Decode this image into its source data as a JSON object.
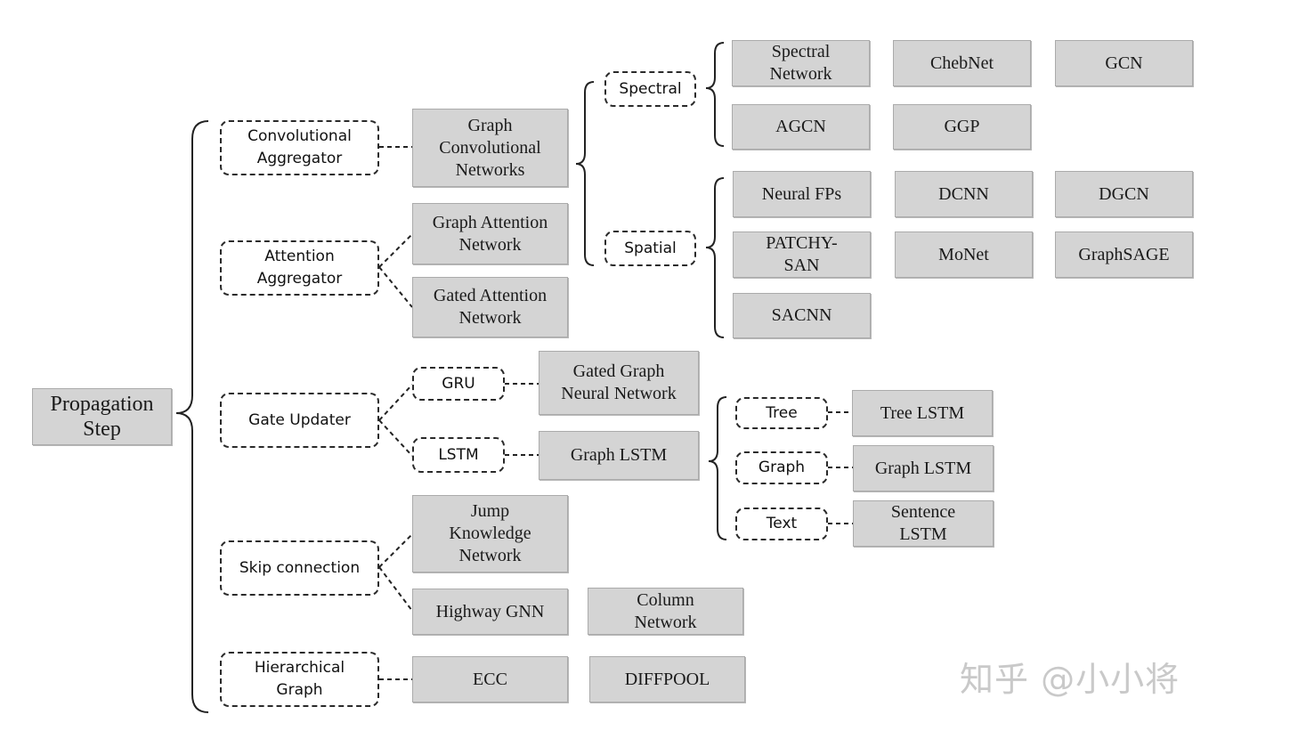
{
  "root": "Propagation\nStep",
  "categories": {
    "conv": "Convolutional\nAggregator",
    "att": "Attention\nAggregator",
    "gate": "Gate Updater",
    "skip": "Skip connection",
    "hier": "Hierarchical\nGraph"
  },
  "sub": {
    "spectral": "Spectral",
    "spatial": "Spatial",
    "gru": "GRU",
    "lstm": "LSTM",
    "tree": "Tree",
    "graph": "Graph",
    "text": "Text"
  },
  "models": {
    "gcn_net": "Graph\nConvolutional\nNetworks",
    "gat": "Graph Attention\nNetwork",
    "gaan": "Gated Attention\nNetwork",
    "ggnn": "Gated Graph\nNeural Network",
    "graph_lstm": "Graph LSTM",
    "jkn": "Jump\nKnowledge\nNetwork",
    "highway": "Highway GNN",
    "column": "Column\nNetwork",
    "ecc": "ECC",
    "diffpool": "DIFFPOOL",
    "spectral_network": "Spectral\nNetwork",
    "chebnet": "ChebNet",
    "gcn": "GCN",
    "agcn": "AGCN",
    "ggp": "GGP",
    "neural_fps": "Neural FPs",
    "dcnn": "DCNN",
    "dgcn": "DGCN",
    "patchy_san": "PATCHY-\nSAN",
    "monet": "MoNet",
    "graphsage": "GraphSAGE",
    "sacnn": "SACNN",
    "tree_lstm": "Tree LSTM",
    "graph_lstm_2": "Graph LSTM",
    "sentence_lstm": "Sentence\nLSTM"
  },
  "watermark": "知乎 @小小将"
}
